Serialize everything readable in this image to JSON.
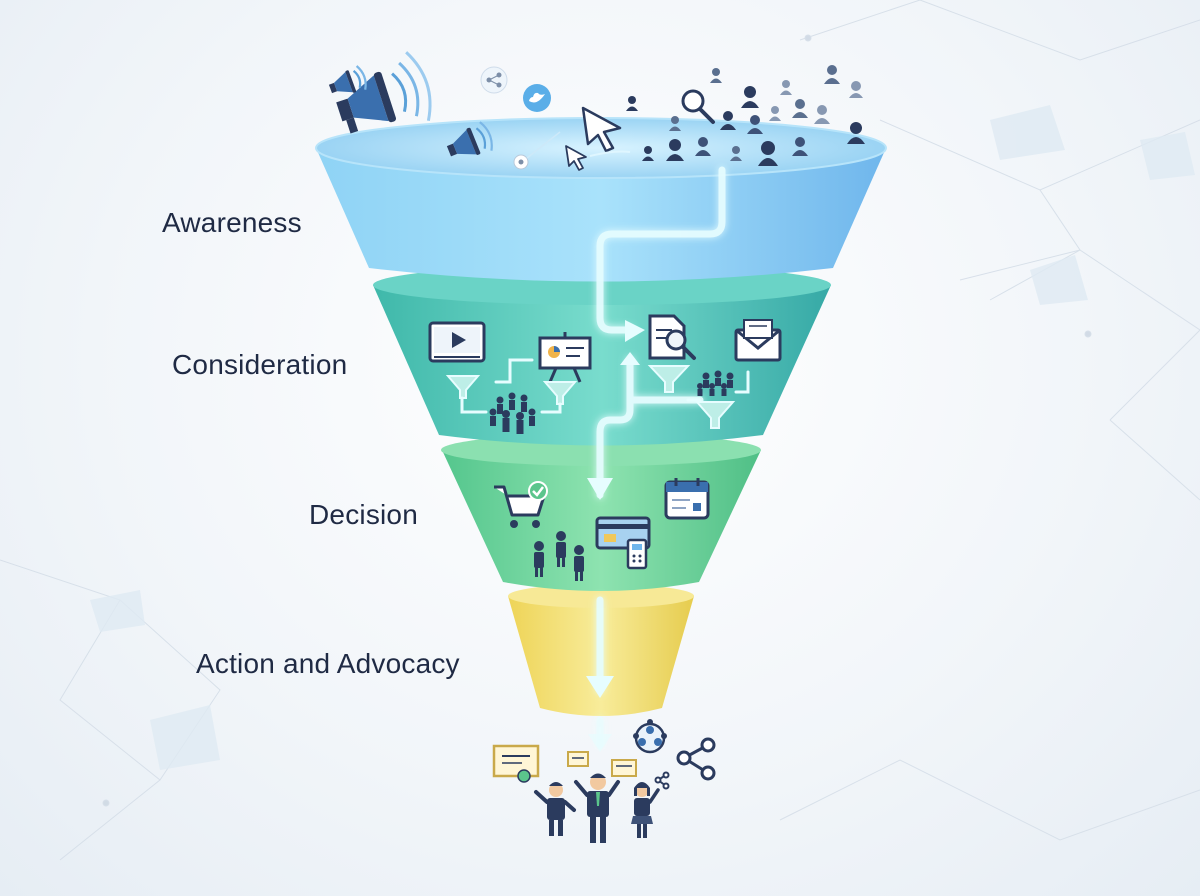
{
  "stages": [
    {
      "label": "Awareness",
      "color": "#7cc3ef"
    },
    {
      "label": "Consideration",
      "color": "#4cbfb0"
    },
    {
      "label": "Decision",
      "color": "#62cf93"
    },
    {
      "label": "Action and Advocacy",
      "color": "#f2dc6c"
    }
  ],
  "colors": {
    "text": "#1f2a44",
    "icon": "#2b3b5e",
    "flow": "#dcfbff",
    "background": "#f1f5f9"
  }
}
